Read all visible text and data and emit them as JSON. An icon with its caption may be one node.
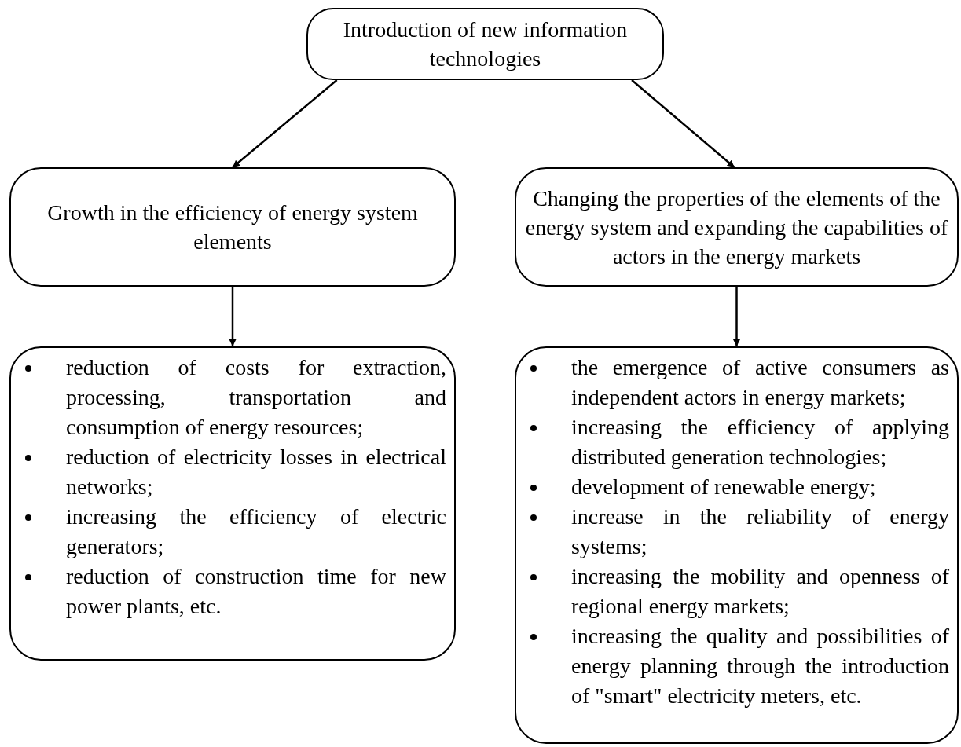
{
  "diagram": {
    "nodes": [
      {
        "text": [
          "Introduction of new information technologies"
        ]
      },
      {
        "text": [
          "Growth in the efficiency of energy system elements"
        ]
      },
      {
        "text": [
          "Changing the properties of the elements of the energy system and expanding the capabilities of actors in the energy markets"
        ]
      },
      {
        "text": [
          "reduction of costs for extraction, processing, transportation and consumption of energy resources;",
          "reduction of electricity losses in electrical networks;",
          "increasing the efficiency of electric generators;",
          "reduction of construction time for new power plants, etc."
        ]
      },
      {
        "text": [
          "the emergence of active consumers as independent actors in energy markets;",
          "increasing the efficiency of applying distributed generation technologies;",
          "development of renewable energy;",
          "increase in the reliability of energy systems;",
          "increasing the mobility and openness of regional energy markets;",
          "increasing the quality and possibilities of energy planning through the introduction of \"smart\" electricity meters, etc."
        ]
      }
    ],
    "edges": [
      {
        "from": 0,
        "to": 1,
        "arrow": "to"
      },
      {
        "from": 0,
        "to": 2,
        "arrow": "to"
      },
      {
        "from": 1,
        "to": 3,
        "arrow": "to"
      },
      {
        "from": 2,
        "to": 4,
        "arrow": "to"
      }
    ]
  }
}
